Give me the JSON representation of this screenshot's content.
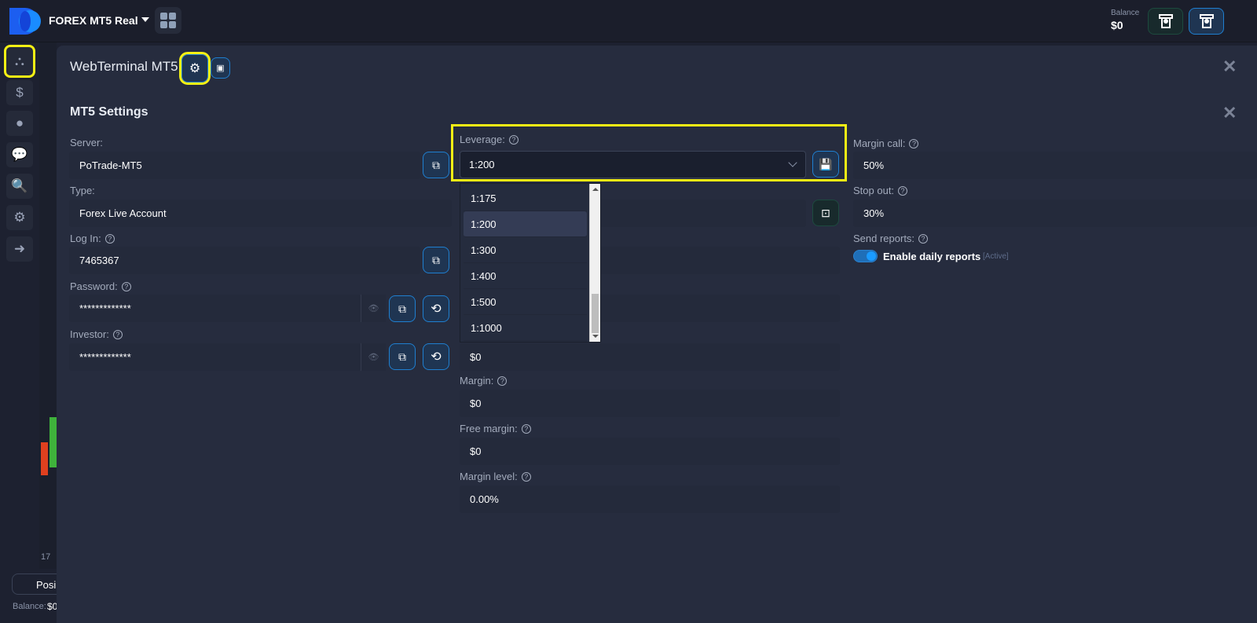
{
  "topbar": {
    "account_name": "FOREX MT5 Real",
    "balance_label": "Balance",
    "balance_value": "$0"
  },
  "sidebar": {
    "items": [
      "mt5-terminal",
      "finance",
      "profile",
      "chat",
      "analytics",
      "settings",
      "logout"
    ]
  },
  "chart": {
    "axis_label": "17",
    "positions_label": "Posi",
    "balance_label": "Balance:",
    "balance_value": "$0"
  },
  "modal": {
    "title": "WebTerminal MT5",
    "section_title": "MT5 Settings",
    "left": {
      "server_label": "Server:",
      "server_value": "PoTrade-MT5",
      "type_label": "Type:",
      "type_value": "Forex Live Account",
      "login_label": "Log In:",
      "login_value": "7465367",
      "password_label": "Password:",
      "password_value": "*************",
      "investor_label": "Investor:",
      "investor_value": "*************"
    },
    "middle": {
      "leverage_label": "Leverage:",
      "leverage_value": "1:200",
      "leverage_options": [
        "1:175",
        "1:200",
        "1:300",
        "1:400",
        "1:500",
        "1:1000"
      ],
      "hidden_row_value": "$0",
      "margin_label": "Margin:",
      "margin_value": "$0",
      "free_margin_label": "Free margin:",
      "free_margin_value": "$0",
      "margin_level_label": "Margin level:",
      "margin_level_value": "0.00%"
    },
    "right": {
      "margin_call_label": "Margin call:",
      "margin_call_value": "50%",
      "stop_out_label": "Stop out:",
      "stop_out_value": "30%",
      "send_reports_label": "Send reports:",
      "daily_reports_label": "Enable daily reports",
      "daily_reports_status": "[Active]"
    },
    "help_glyph": "?"
  },
  "colors": {
    "accent": "#1f7fd0",
    "highlight": "#f5f014",
    "up": "#3fb23b",
    "down": "#e0401f"
  }
}
